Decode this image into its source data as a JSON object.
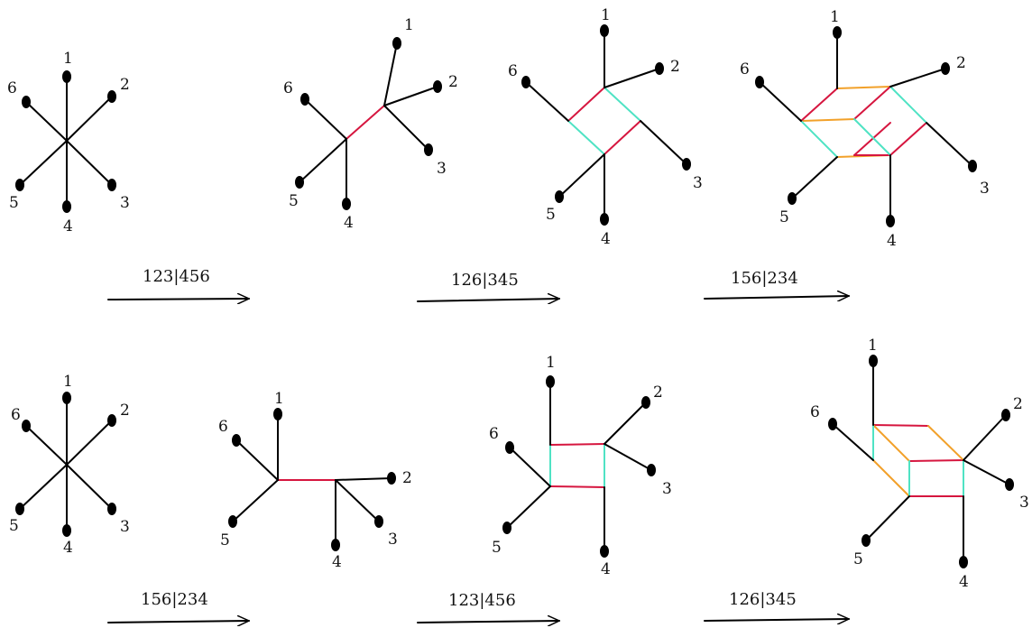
{
  "colors": {
    "ink": "#000000",
    "red": "#d6163f",
    "cyan": "#4fe3c4",
    "orange": "#f2a12a"
  },
  "leaf_labels": [
    "1",
    "2",
    "3",
    "4",
    "5",
    "6"
  ],
  "arrows": {
    "top": [
      "123|456",
      "126|345",
      "156|234"
    ],
    "bottom": [
      "156|234",
      "123|456",
      "126|345"
    ]
  }
}
